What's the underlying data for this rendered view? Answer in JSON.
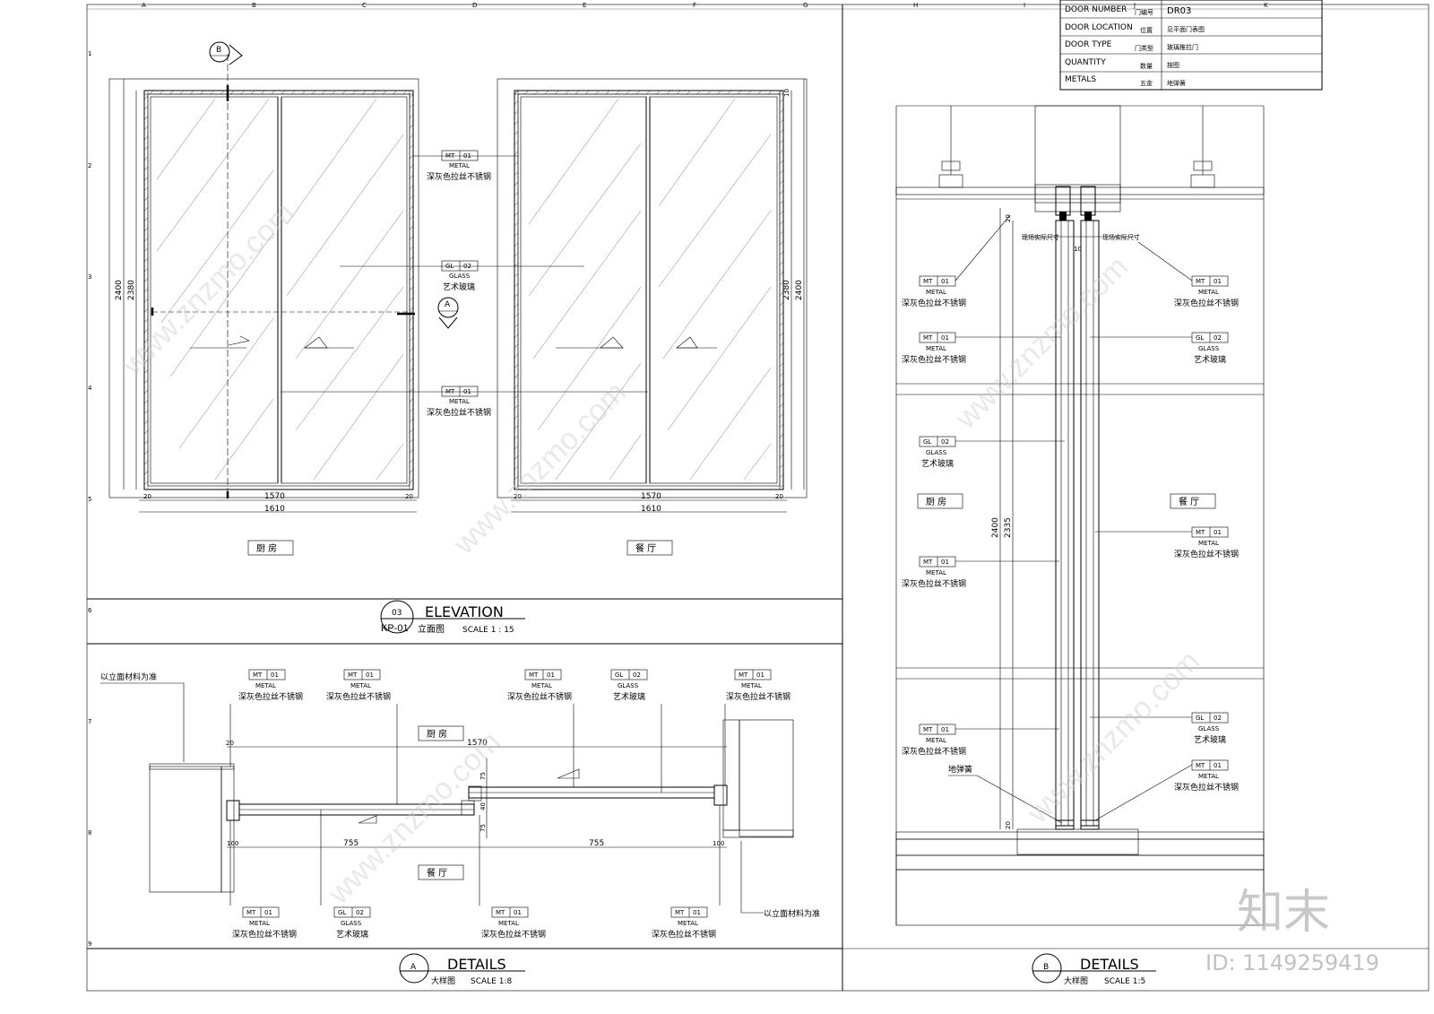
{
  "info_table": {
    "rows": [
      {
        "label": "DOOR NUMBER",
        "cn": "门编号",
        "value": "DR03"
      },
      {
        "label": "DOOR LOCATION",
        "cn": "位置",
        "value": "见平面门表图"
      },
      {
        "label": "DOOR TYPE",
        "cn": "门类型",
        "value": "玻璃推拉门"
      },
      {
        "label": "QUANTITY",
        "cn": "数量",
        "value": "按图"
      },
      {
        "label": "METALS",
        "cn": "五金",
        "value": "地弹簧"
      }
    ]
  },
  "tags": {
    "mt": {
      "code": "MT",
      "num": "01",
      "cat": "METAL",
      "name": "深灰色拉丝不锈钢"
    },
    "gl": {
      "code": "GL",
      "num": "02",
      "cat": "GLASS",
      "name": "艺术玻璃"
    }
  },
  "elevation": {
    "dims": {
      "h_outer": "2400",
      "h_inner": "2380",
      "w_inner": "1570",
      "w_outer": "1610",
      "side_a": "20",
      "side_b": "20",
      "top": "10"
    },
    "left_room": "厨 房",
    "right_room": "餐 厅",
    "section_b": "B",
    "section_a": "A",
    "title": {
      "num": "03",
      "sheet": "KP-01",
      "en": "ELEVATION",
      "cn": "立面图",
      "scale": "SCALE 1 : 15"
    }
  },
  "detail_a": {
    "note": "以立面材料为准",
    "room_top": "厨 房",
    "room_bottom": "餐 厅",
    "dims": {
      "total": "1570",
      "half_a": "755",
      "half_b": "755",
      "d20": "20",
      "d75a": "75",
      "d75b": "75",
      "d40": "40",
      "d100": "100"
    },
    "title": {
      "letter": "A",
      "en": "DETAILS",
      "cn": "大样图",
      "scale": "SCALE 1:8"
    }
  },
  "detail_b": {
    "room_left": "厨 房",
    "room_right": "餐 厅",
    "floor_spring": "地弹簧",
    "top_note": "现场实际尺寸",
    "dims": {
      "h_outer": "2400",
      "h_inner": "2335",
      "d20": "20",
      "d10": "10"
    },
    "title": {
      "letter": "B",
      "en": "DETAILS",
      "cn": "大样图",
      "scale": "SCALE 1:5"
    }
  },
  "grid": {
    "cols": [
      "A",
      "B",
      "C",
      "D",
      "E",
      "F",
      "G",
      "H",
      "I",
      "J",
      "K"
    ],
    "rows": [
      "1",
      "2",
      "3",
      "4",
      "5",
      "6",
      "7",
      "8",
      "9"
    ]
  },
  "watermark": {
    "site": "www.znzmo.com",
    "brand": "知末",
    "id": "ID: 1149259419"
  }
}
